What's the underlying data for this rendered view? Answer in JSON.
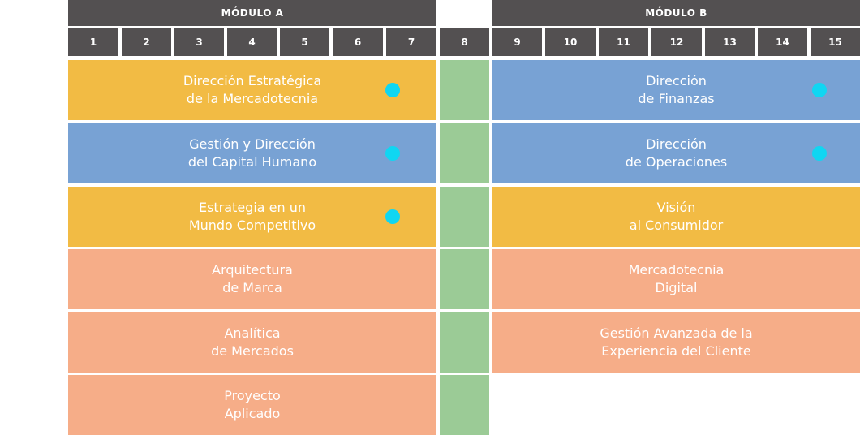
{
  "colors": {
    "header": "#535051",
    "gold": "#f2bb44",
    "blue": "#78a2d4",
    "salmon": "#f6ad88",
    "green": "#9bcb96",
    "dot": "#10d6f2"
  },
  "module_a": {
    "title": "MÓDULO A"
  },
  "module_b": {
    "title": "MÓDULO B"
  },
  "weeks": [
    "1",
    "2",
    "3",
    "4",
    "5",
    "6",
    "7",
    "8",
    "9",
    "10",
    "11",
    "12",
    "13",
    "14",
    "15"
  ],
  "module_a_courses": [
    {
      "label": "Dirección Estratégica\nde la Mercadotecnia",
      "color": "gold",
      "dot": true
    },
    {
      "label": "Gestión y Dirección\ndel Capital Humano",
      "color": "blue",
      "dot": true
    },
    {
      "label": "Estrategia en un\nMundo Competitivo",
      "color": "gold",
      "dot": true
    },
    {
      "label": "Arquitectura\nde Marca",
      "color": "salmon",
      "dot": false
    },
    {
      "label": "Analítica\nde Mercados",
      "color": "salmon",
      "dot": false
    },
    {
      "label": "Proyecto\nAplicado",
      "color": "salmon",
      "dot": false
    }
  ],
  "module_b_courses": [
    {
      "label": "Dirección\nde Finanzas",
      "color": "blue",
      "dot": true
    },
    {
      "label": "Dirección\nde Operaciones",
      "color": "blue",
      "dot": true
    },
    {
      "label": "Visión\nal Consumidor",
      "color": "gold",
      "dot": false
    },
    {
      "label": "Mercadotecnia\nDigital",
      "color": "salmon",
      "dot": false
    },
    {
      "label": "Gestión Avanzada de la\nExperiencia del Cliente",
      "color": "salmon",
      "dot": false
    }
  ]
}
